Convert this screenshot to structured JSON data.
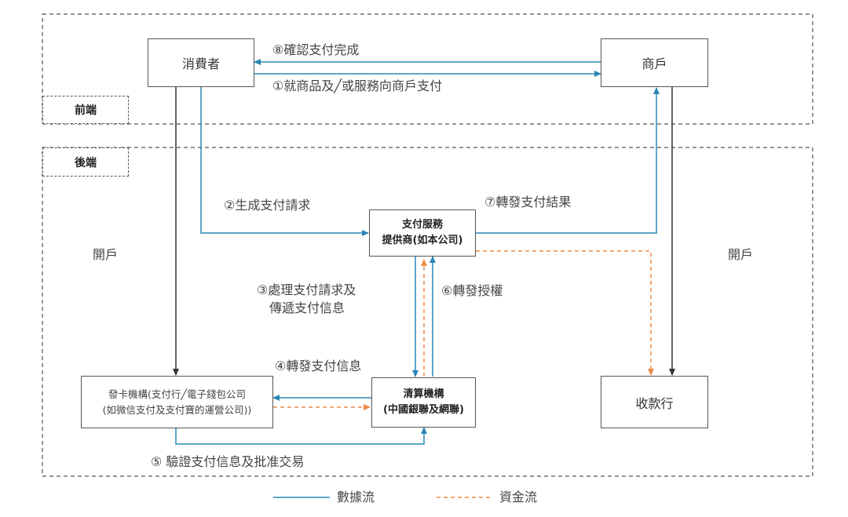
{
  "sections": {
    "front": "前端",
    "back": "後端"
  },
  "nodes": {
    "consumer": "消費者",
    "merchant": "商戶",
    "psp_line1": "支付服務",
    "psp_line2": "提供商(如本公司)",
    "issuer_line1": "發卡機構(支付行╱電子錢包公司",
    "issuer_line2": "(如微信支付及支付寶的運營公司))",
    "clearing_line1": "清算機構",
    "clearing_line2": "(中國銀聯及網聯)",
    "acquirer": "收款行"
  },
  "flows": {
    "step1": "①就商品及╱或服務向商戶支付",
    "step2": "②生成支付請求",
    "step3_line1": "③處理支付請求及",
    "step3_line2": "傳遞支付信息",
    "step4": "④轉發支付信息",
    "step5": "⑤ 驗證支付信息及批准交易",
    "step6": "⑥轉發授權",
    "step7": "⑦轉發支付結果",
    "step8": "⑧確認支付完成",
    "account_left": "開戶",
    "account_right": "開戶"
  },
  "legend": {
    "data_flow": "數據流",
    "fund_flow": "資金流"
  },
  "colors": {
    "data_flow": "#2a87b5",
    "fund_flow": "#ee8a48",
    "black_arrow": "#333333"
  }
}
